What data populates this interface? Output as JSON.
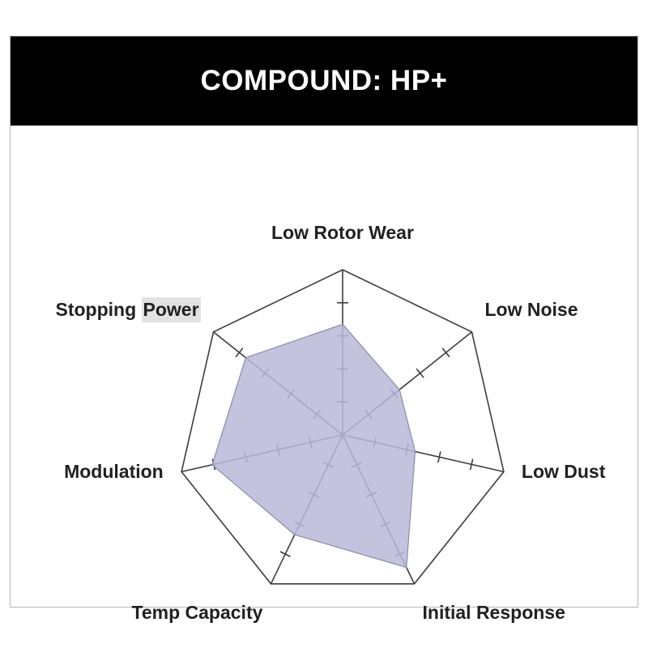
{
  "header": {
    "title": "COMPOUND: HP+",
    "background_color": "#000000",
    "text_color": "#ffffff"
  },
  "highlight": {
    "word": "Power",
    "prefix": "Stopping ",
    "color": "#e2e2e2"
  },
  "chart_data": {
    "type": "radar",
    "title": "COMPOUND: HP+",
    "categories": [
      "Low Rotor Wear",
      "Low Noise",
      "Low Dust",
      "Initial Response",
      "Temp Capacity",
      "Modulation",
      "Stopping Power"
    ],
    "values": [
      3.35,
      2.2,
      2.25,
      4.45,
      3.35,
      4.05,
      3.75
    ],
    "rlim": [
      0,
      5
    ],
    "rticks": [
      1,
      2,
      3,
      4
    ],
    "grid": false,
    "legend": "none",
    "series": [
      {
        "name": "HP+",
        "values": [
          3.35,
          2.2,
          2.25,
          4.45,
          3.35,
          4.05,
          3.75
        ],
        "fill_color": "#b8b8d8",
        "fill_opacity": 0.85,
        "line_color": "#8a8ab4"
      }
    ],
    "outline_color": "#3c3c46",
    "tick_color": "#3c3c46"
  }
}
